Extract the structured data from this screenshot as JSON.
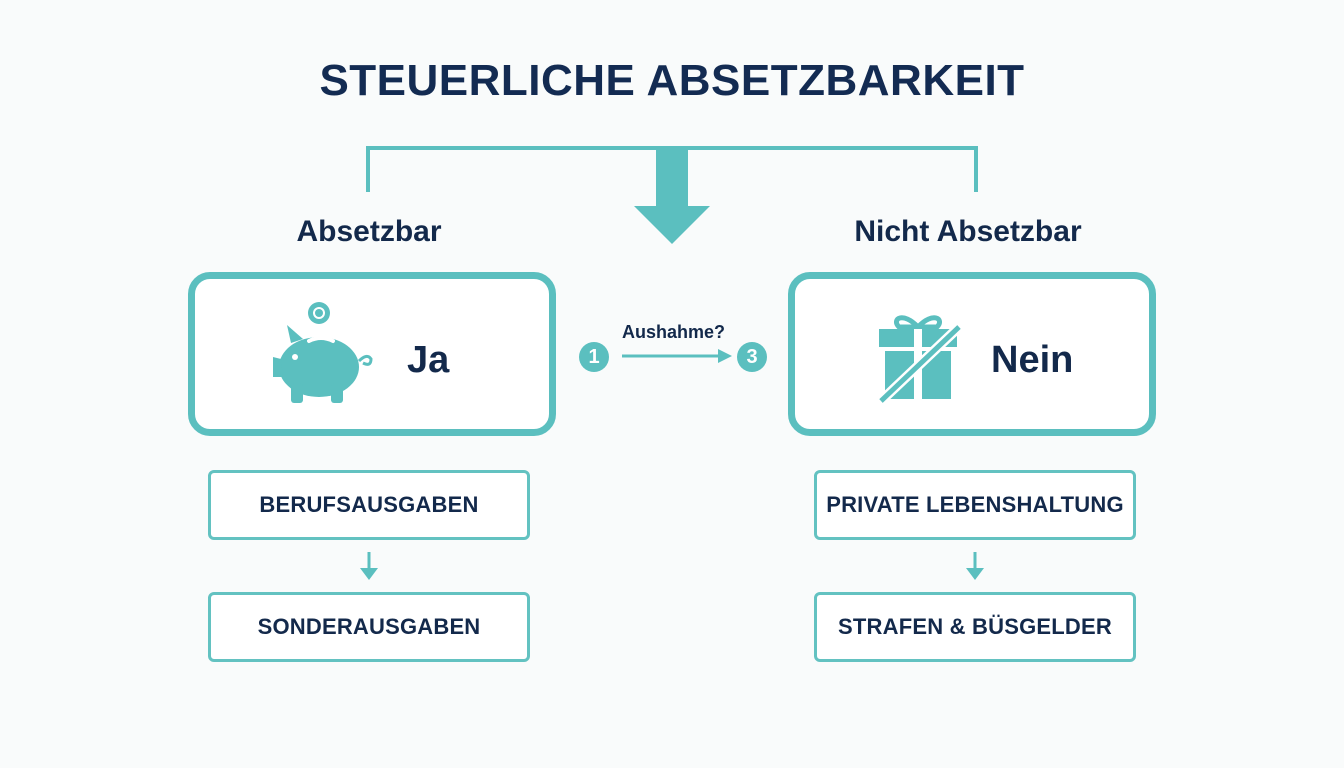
{
  "title": "STEUERLICHE ABSETZBARKEIT",
  "left": {
    "heading": "Absetzbar",
    "card_text": "Ja",
    "icon": "piggy-bank-icon",
    "items": [
      "BERUFSAUSGABEN",
      "SONDERAUSGABEN"
    ]
  },
  "right": {
    "heading": "Nicht Absetzbar",
    "card_text": "Nein",
    "icon": "crossed-gift-icon",
    "items": [
      "PRIVATE LEBENSHALTUNG",
      "STRAFEN & BÜSGELDER"
    ]
  },
  "middle": {
    "badge_start": "1",
    "label": "Aushahme?",
    "badge_end": "3"
  },
  "colors": {
    "accent": "#5bbfbf",
    "text": "#13294b",
    "background": "#f9fbfb"
  }
}
